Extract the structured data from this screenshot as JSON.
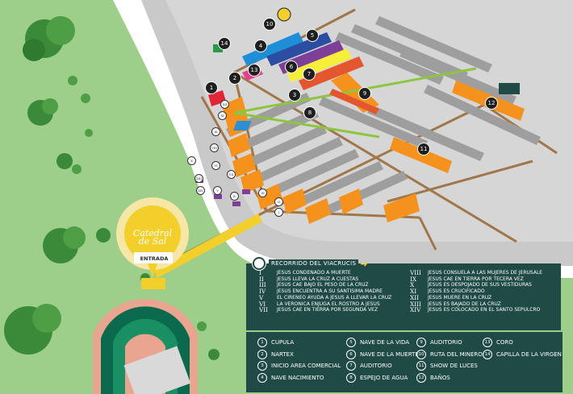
{
  "brand": {
    "line1": "Catedral",
    "line2": "de Sal"
  },
  "entrance_label": "ENTRADA",
  "map_numbers": [
    "1",
    "2",
    "3",
    "4",
    "5",
    "6",
    "7",
    "8",
    "9",
    "10",
    "11",
    "12",
    "13",
    "14"
  ],
  "station_labels": [
    "I",
    "II",
    "III",
    "IV",
    "V",
    "VI",
    "VII",
    "VIII",
    "IX",
    "X",
    "XI",
    "XII",
    "XIII",
    "XIV"
  ],
  "viacrucis": {
    "title": "RECORRIDO DEL VIACRUCIS",
    "stations_left": [
      {
        "num": "I",
        "text": "JESUS CONDENADO A MUERTE"
      },
      {
        "num": "II",
        "text": "JESUS LLEVA LA CRUZ A CUESTAS"
      },
      {
        "num": "III",
        "text": "JESUS CAE BAJO EL PESO DE LA CRUZ"
      },
      {
        "num": "IV",
        "text": "JESUS ENCUENTRA A SU SANTISIMA MADRE"
      },
      {
        "num": "V",
        "text": "EL CIRENEO AYUDA A JESUS A LLEVAR LA CRUZ"
      },
      {
        "num": "VI",
        "text": "LA VERONICA ENJUGA EL ROSTRO A JESUS"
      },
      {
        "num": "VII",
        "text": "JESUS CAE EN TIERRA POR SEGUNDA VEZ"
      }
    ],
    "stations_right": [
      {
        "num": "VIII",
        "text": "JESUS CONSUELA A LAS MUJERES DE JERUSALE"
      },
      {
        "num": "IX",
        "text": "JESUS CAE EN TIERRA POR TECERA VEZ"
      },
      {
        "num": "X",
        "text": "JESUS ES DESPOJADO DE SUS VESTIDURAS"
      },
      {
        "num": "XI",
        "text": "JESUS ES CRUCIFICADO"
      },
      {
        "num": "XII",
        "text": "JESUS MUERE EN LA CRUZ"
      },
      {
        "num": "XIII",
        "text": "JESUS ES BAJADO DE LA CRUZ"
      },
      {
        "num": "XIV",
        "text": "JESUS ES COLOCADO EN EL SANTO SEPULCRO"
      }
    ]
  },
  "places": [
    [
      {
        "n": "1",
        "label": "CUPULA"
      },
      {
        "n": "2",
        "label": "NARTEX"
      },
      {
        "n": "3",
        "label": "INICIO AREA COMERCIAL"
      },
      {
        "n": "4",
        "label": "NAVE NACIMIENTO"
      }
    ],
    [
      {
        "n": "5",
        "label": "NAVE DE LA VIDA"
      },
      {
        "n": "6",
        "label": "NAVE DE LA MUERTE"
      },
      {
        "n": "7",
        "label": "AUDITORIO"
      },
      {
        "n": "8",
        "label": "ESPEJO DE AGUA"
      }
    ],
    [
      {
        "n": "9",
        "label": "AUDITORIO"
      },
      {
        "n": "10",
        "label": "RUTA DEL MINERO"
      },
      {
        "n": "11",
        "label": "SHOW DE LUCES"
      },
      {
        "n": "12",
        "label": "BAÑOS"
      }
    ],
    [
      {
        "n": "13",
        "label": "CORO"
      },
      {
        "n": "14",
        "label": "CAPILLA DE LA VIRGEN"
      }
    ]
  ],
  "colors": {
    "grass": "#9dce8a",
    "rock": "#c8c8c8",
    "tunnel": "#a0764a",
    "orange_nave": "#f5921e",
    "panel": "#1f4a45",
    "brand_yellow": "#f2cf2a"
  }
}
